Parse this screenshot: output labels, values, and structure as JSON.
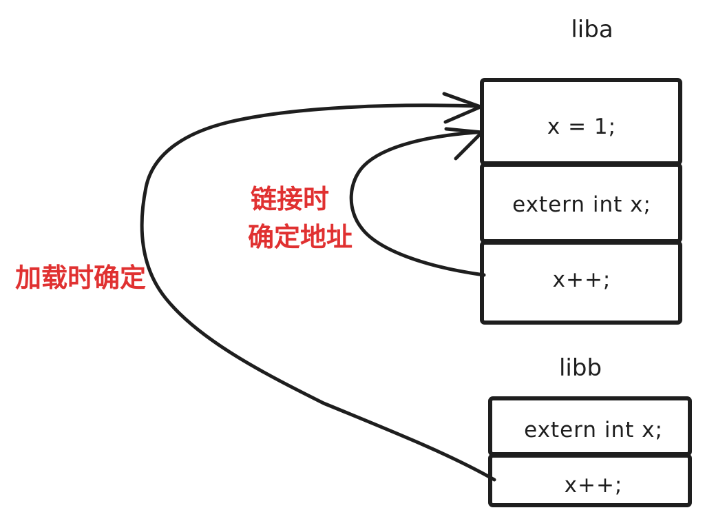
{
  "diagram": {
    "colors": {
      "ink": "#1e1e1e",
      "accent": "#e03131",
      "background": "#ffffff"
    },
    "liba": {
      "label": "liba",
      "rows": [
        "x = 1;",
        "extern int x;",
        "x++;"
      ]
    },
    "libb": {
      "label": "libb",
      "rows": [
        "extern int x;",
        "x++;"
      ]
    },
    "annotations": {
      "link_time_line1": "链接时",
      "link_time_line2": "确定地址",
      "load_time": "加载时确定"
    },
    "arrows": [
      {
        "id": "link-time-arrow",
        "from": "liba x++;",
        "to": "liba x = 1;"
      },
      {
        "id": "load-time-arrow",
        "from": "libb x++;",
        "to": "liba x = 1;"
      }
    ]
  }
}
